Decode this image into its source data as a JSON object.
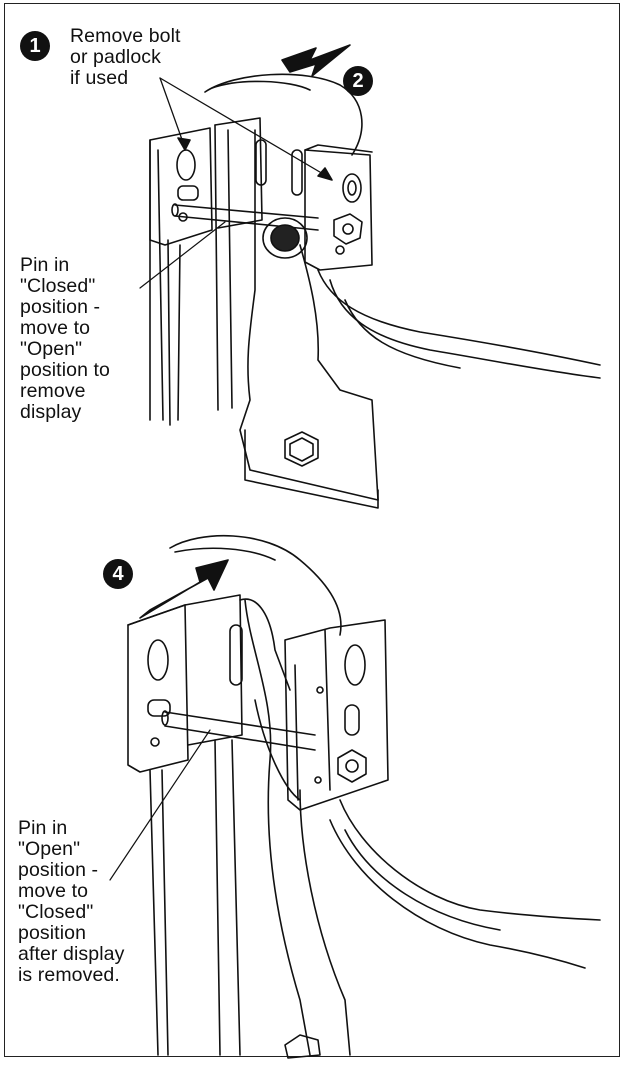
{
  "steps": {
    "step1": {
      "number": "1",
      "text": "Remove bolt\nor padlock\nif used"
    },
    "step2": {
      "number": "2"
    },
    "step4": {
      "number": "4"
    }
  },
  "callouts": {
    "pin_closed": "Pin in\n\"Closed\"\nposition -\nmove to\n\"Open\"\nposition to\nremove\ndisplay",
    "pin_open": "Pin in\n\"Open\"\nposition -\nmove to\n\"Closed\"\nposition\nafter display\nis removed."
  },
  "colors": {
    "line": "#111111",
    "background": "#ffffff"
  }
}
